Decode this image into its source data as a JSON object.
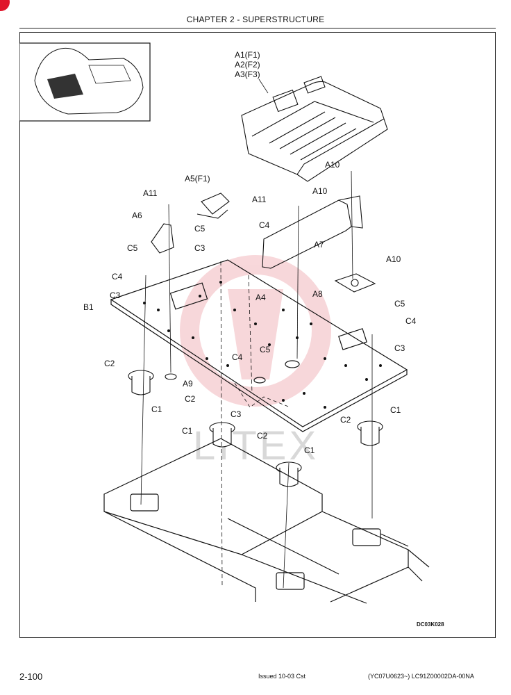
{
  "header": {
    "title": "CHAPTER 2 - SUPERSTRUCTURE"
  },
  "diagram": {
    "watermark": "LITEX",
    "drawing_code": "DC03K028",
    "callouts": {
      "a1": "A1(F1)",
      "a2": "A2(F2)",
      "a3": "A3(F3)",
      "a4": "A4",
      "a5": "A5(F1)",
      "a6": "A6",
      "a7": "A7",
      "a8": "A8",
      "a9": "A9",
      "a10": "A10",
      "a11": "A11",
      "b1": "B1",
      "c1": "C1",
      "c2": "C2",
      "c3": "C3",
      "c4": "C4",
      "c5": "C5"
    }
  },
  "footer": {
    "page_number": "2-100",
    "issued": "Issued 10-03   Cst",
    "code": "(YC07U0623~)   LC91Z00002DA-00NA"
  },
  "colors": {
    "accent_red": "#e0162b",
    "line": "#111111",
    "watermark_red": "#f2b8bd"
  }
}
